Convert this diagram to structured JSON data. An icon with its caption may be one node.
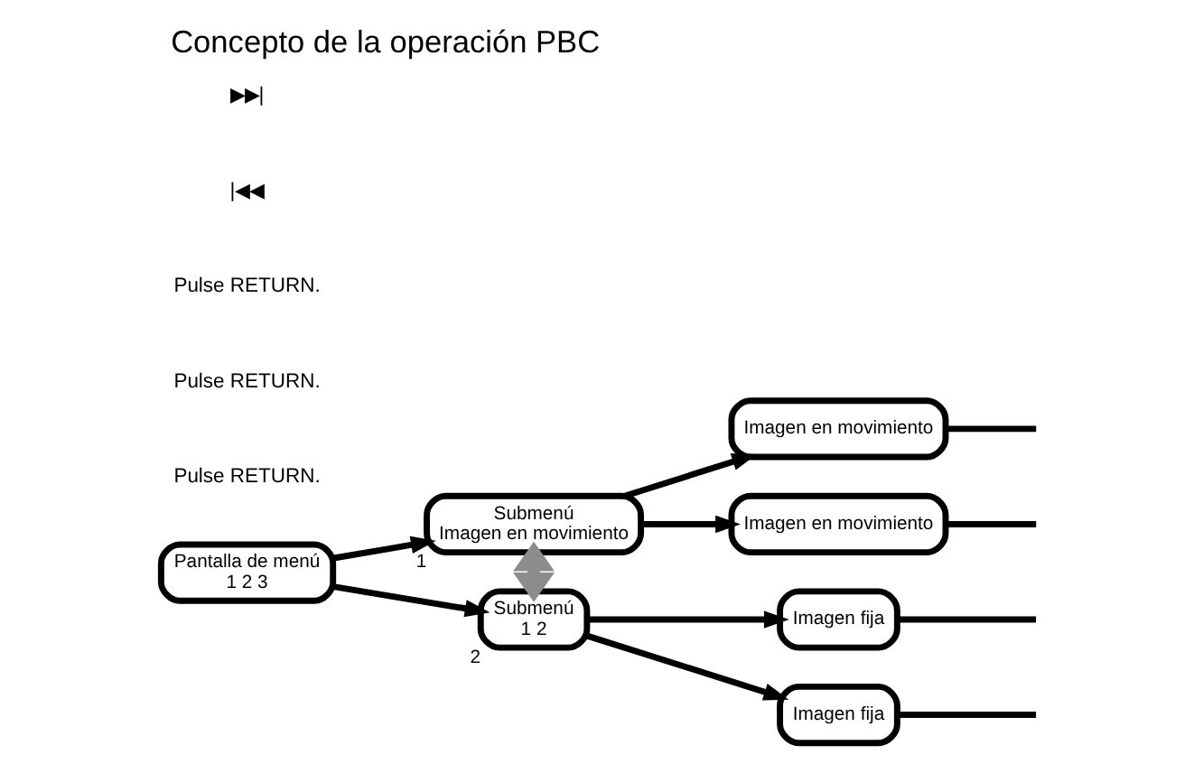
{
  "diagram": {
    "title": "Concepto de la operación PBC",
    "nodes": [
      {
        "text": [
          "Pantalla de menú",
          "1 2 3"
        ]
      },
      {
        "text": [
          "Submenú",
          "Imagen en movimiento"
        ],
        "beside": [
          "1"
        ]
      },
      {
        "text": [
          "Submenú",
          "1 2"
        ],
        "beside": [
          "2"
        ]
      },
      {
        "text": [
          "Imagen en movimiento"
        ]
      },
      {
        "text": [
          "Imagen en movimiento"
        ]
      },
      {
        "text": [
          "Imagen fija"
        ]
      },
      {
        "text": [
          "Imagen fija"
        ]
      }
    ],
    "edges": [
      {
        "from": 0,
        "to": 1,
        "arrow": "to"
      },
      {
        "from": 0,
        "to": 2,
        "arrow": "to"
      },
      {
        "from": 1,
        "to": 2,
        "arrow": "both",
        "style": "thick",
        "color": "#8c8c8c"
      },
      {
        "from": 1,
        "to": 3,
        "arrow": "to"
      },
      {
        "from": 1,
        "to": 4,
        "arrow": "to"
      },
      {
        "from": 2,
        "to": 5,
        "arrow": "to"
      },
      {
        "from": 2,
        "to": 6,
        "arrow": "to"
      },
      {
        "from": 3,
        "to": null,
        "arrow": "none"
      },
      {
        "from": 4,
        "to": null,
        "arrow": "none"
      },
      {
        "from": 5,
        "to": null,
        "arrow": "none"
      },
      {
        "from": 6,
        "to": null,
        "arrow": "none"
      }
    ],
    "labels": [
      "Pulse RETURN.",
      "Pulse RETURN.",
      "Pulse RETURN.",
      "|◀◀",
      "▶▶|"
    ]
  }
}
